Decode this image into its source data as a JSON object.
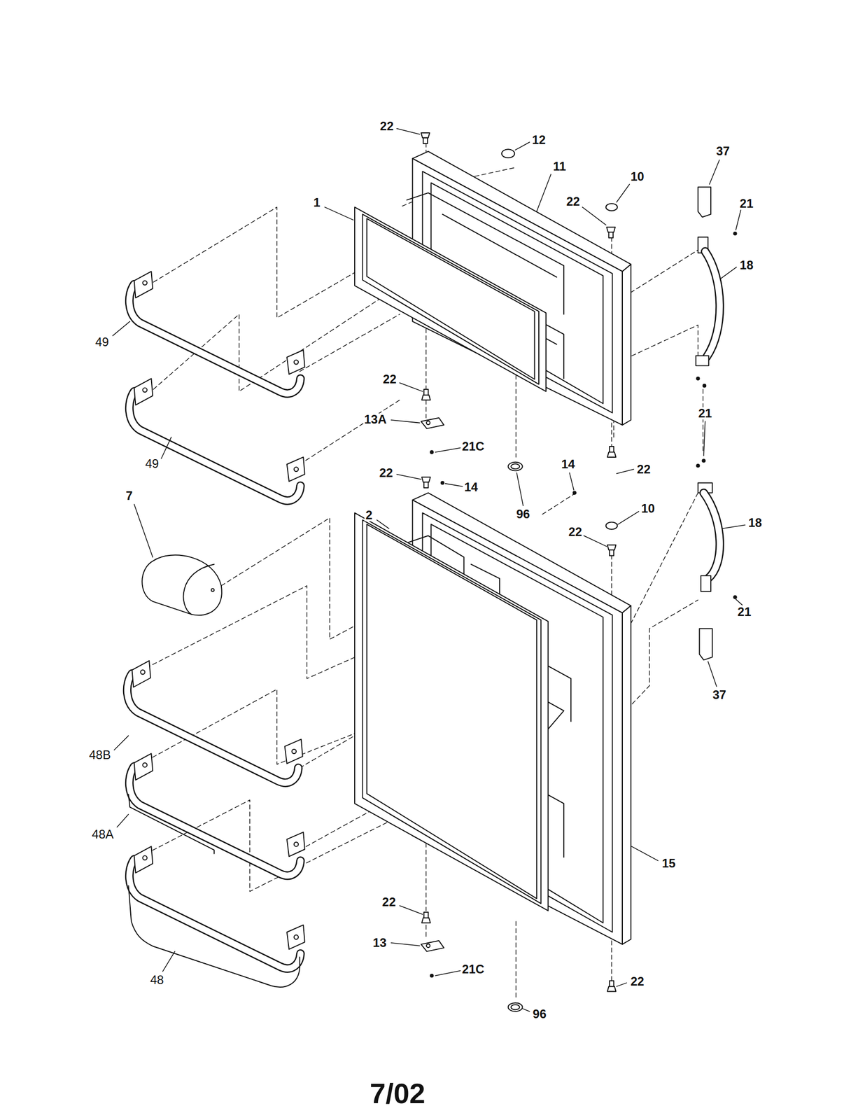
{
  "diagram": {
    "labels": [
      "22",
      "12",
      "37",
      "11",
      "10",
      "1",
      "22",
      "21",
      "18",
      "49",
      "22",
      "21",
      "13A",
      "21C",
      "49",
      "22",
      "14",
      "14",
      "22",
      "7",
      "10",
      "2",
      "96",
      "22",
      "18",
      "21",
      "37",
      "48B",
      "48A",
      "15",
      "22",
      "13",
      "21C",
      "48",
      "22",
      "96",
      "7/02"
    ]
  }
}
